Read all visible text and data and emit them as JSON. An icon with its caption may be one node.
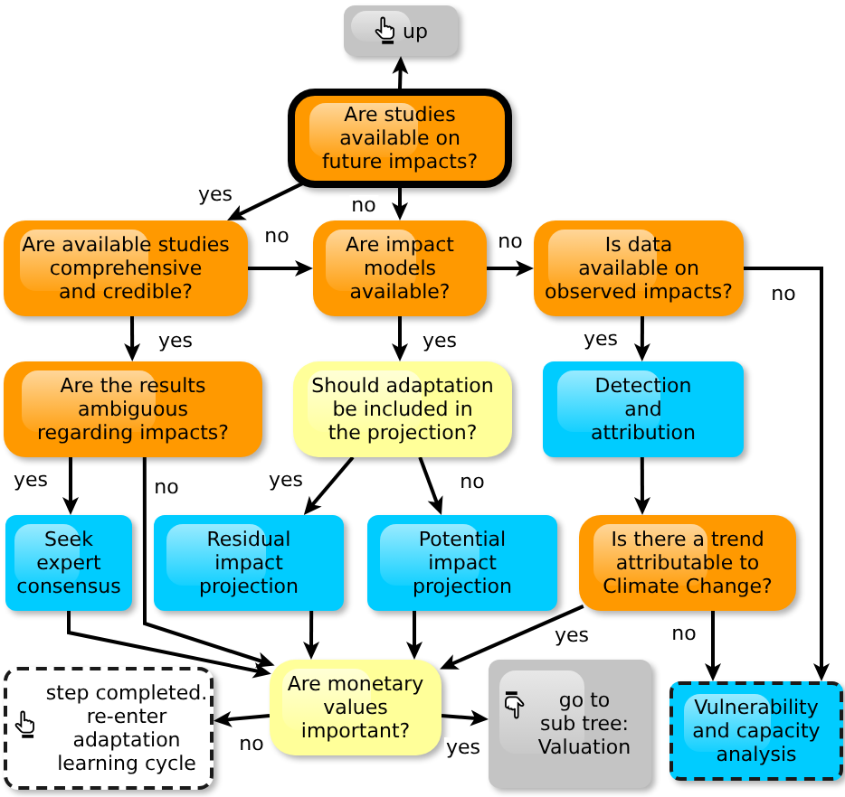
{
  "diagram": {
    "nodes": [
      {
        "text": [
          "up"
        ]
      },
      {
        "text": [
          "Are studies available on future impacts?"
        ]
      },
      {
        "text": [
          "Are available studies comprehensive and credible?"
        ]
      },
      {
        "text": [
          "Are impact models available?"
        ]
      },
      {
        "text": [
          "Is data available on observed impacts?"
        ]
      },
      {
        "text": [
          "Are the results ambiguous regarding impacts?"
        ]
      },
      {
        "text": [
          "Should adaptation be included in the projection?"
        ]
      },
      {
        "text": [
          "Detection and attribution"
        ]
      },
      {
        "text": [
          "Seek expert consensus"
        ]
      },
      {
        "text": [
          "Residual impact projection"
        ]
      },
      {
        "text": [
          "Potential impact projection"
        ]
      },
      {
        "text": [
          "Is there a trend attributable to Climate Change?"
        ]
      },
      {
        "text": [
          "step completed. re-enter adaptation learning cycle"
        ]
      },
      {
        "text": [
          "Are monetary values important?"
        ]
      },
      {
        "text": [
          "go to sub tree: Valuation"
        ]
      },
      {
        "text": [
          "Vulnerability and capacity analysis"
        ]
      }
    ],
    "edges": [
      {
        "from": 1,
        "to": 0,
        "arrow": "to"
      },
      {
        "from": 1,
        "to": 2,
        "arrow": "to",
        "label": "yes"
      },
      {
        "from": 1,
        "to": 3,
        "arrow": "to",
        "label": "no"
      },
      {
        "from": 2,
        "to": 3,
        "arrow": "to",
        "label": "no"
      },
      {
        "from": 3,
        "to": 4,
        "arrow": "to",
        "label": "no"
      },
      {
        "from": 4,
        "to": 15,
        "arrow": "to",
        "label": "no"
      },
      {
        "from": 2,
        "to": 5,
        "arrow": "to",
        "label": "yes"
      },
      {
        "from": 3,
        "to": 6,
        "arrow": "to",
        "label": "yes"
      },
      {
        "from": 4,
        "to": 7,
        "arrow": "to",
        "label": "yes"
      },
      {
        "from": 5,
        "to": 8,
        "arrow": "to",
        "label": "yes"
      },
      {
        "from": 5,
        "to": 13,
        "arrow": "to",
        "label": "no"
      },
      {
        "from": 6,
        "to": 9,
        "arrow": "to",
        "label": "yes"
      },
      {
        "from": 6,
        "to": 10,
        "arrow": "to",
        "label": "no"
      },
      {
        "from": 7,
        "to": 11,
        "arrow": "to"
      },
      {
        "from": 8,
        "to": 13,
        "arrow": "to"
      },
      {
        "from": 9,
        "to": 13,
        "arrow": "to"
      },
      {
        "from": 10,
        "to": 13,
        "arrow": "to"
      },
      {
        "from": 11,
        "to": 13,
        "arrow": "to",
        "label": "yes"
      },
      {
        "from": 11,
        "to": 15,
        "arrow": "to",
        "label": "no"
      },
      {
        "from": 13,
        "to": 12,
        "arrow": "to",
        "label": "no"
      },
      {
        "from": 13,
        "to": 14,
        "arrow": "to",
        "label": "yes"
      }
    ]
  }
}
